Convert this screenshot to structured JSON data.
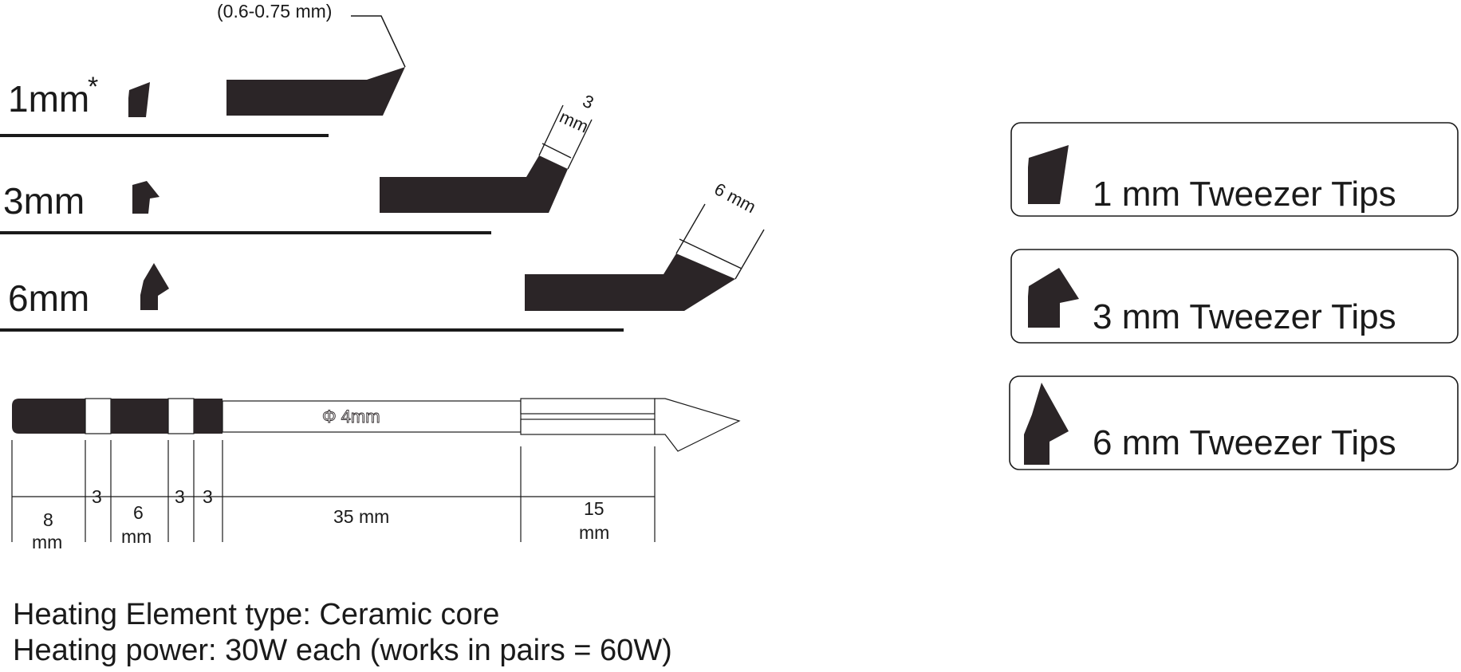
{
  "tip_rows": [
    {
      "label": "1mm",
      "mark": "*",
      "dimension": "(0.6-0.75 mm)"
    },
    {
      "label": "3mm",
      "dimension_top": "3",
      "dimension_bottom": "mm"
    },
    {
      "label": "6mm",
      "dimension": "6 mm"
    }
  ],
  "shaft": {
    "diameter_label": "Φ 4mm",
    "segments": [
      {
        "value": "8",
        "unit": "mm"
      },
      {
        "value": "3",
        "unit": ""
      },
      {
        "value": "6",
        "unit": "mm"
      },
      {
        "value": "3",
        "unit": ""
      },
      {
        "value": "3",
        "unit": ""
      },
      {
        "value": "35 mm",
        "unit": ""
      },
      {
        "value": "15",
        "unit": "mm"
      }
    ]
  },
  "cards": [
    {
      "label": "1 mm Tweezer Tips",
      "icon": "tip-1mm-icon"
    },
    {
      "label": "3 mm Tweezer Tips",
      "icon": "tip-3mm-icon"
    },
    {
      "label": "6 mm Tweezer Tips",
      "icon": "tip-6mm-icon"
    }
  ],
  "specs": {
    "line1": "Heating Element type: Ceramic core",
    "line2": "Heating power: 30W each (works in pairs = 60W)"
  },
  "colors": {
    "ink": "#2b2527",
    "line": "#1a1a1a",
    "background": "#ffffff"
  }
}
